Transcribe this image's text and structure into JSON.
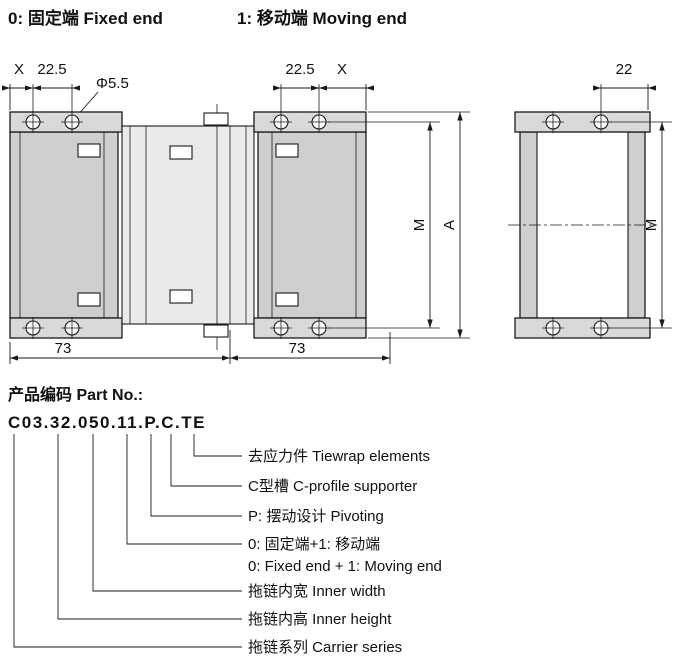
{
  "header": {
    "fixed_end": "0: 固定端 Fixed end",
    "moving_end": "1: 移动端 Moving end"
  },
  "dims": {
    "x_left": "X",
    "pitch_left": "22.5",
    "diameter": "Φ5.5",
    "pitch_right": "22.5",
    "x_right": "X",
    "side_width": "22",
    "m_front": "M",
    "a_front": "A",
    "m_side": "M",
    "len_left": "73",
    "len_right": "73"
  },
  "part": {
    "heading": "产品编码 Part No.:",
    "code": "C03.32.050.11.P.C.TE",
    "labels": {
      "tiewrap": "去应力件 Tiewrap elements",
      "cprofile": "C型槽 C-profile supporter",
      "pivoting": "P: 摆动设计 Pivoting",
      "end_cn": "0: 固定端+1: 移动端",
      "end_en": "0: Fixed end + 1: Moving end",
      "inner_width": "拖链内宽 Inner width",
      "inner_height": "拖链内高 Inner height",
      "series": "拖链系列 Carrier series"
    }
  }
}
